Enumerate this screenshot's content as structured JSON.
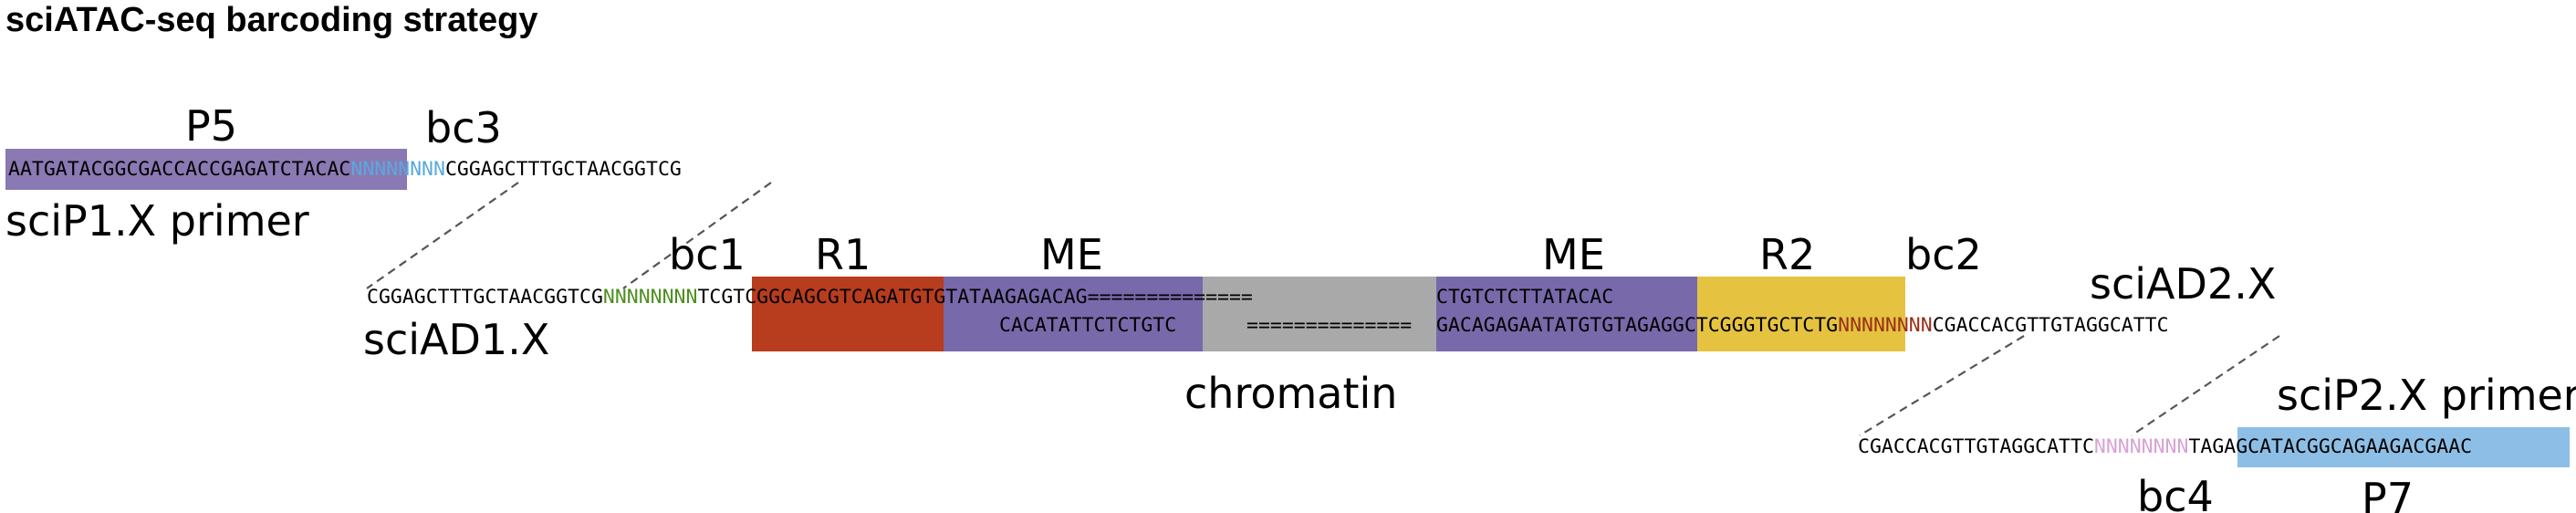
{
  "title": "sciATAC-seq barcoding strategy",
  "colors": {
    "p5_box": "#8a79b3",
    "bc3_seq": "#5aa9de",
    "bc1_seq": "#4d8f1f",
    "r1_box": "#b83c1e",
    "me_box": "#7869aa",
    "chromatin_box": "#aaa9a9",
    "r2_box": "#e5c340",
    "bc2_seq": "#9a2f16",
    "bc4_seq": "#d9a2d5",
    "p7_box": "#8dbfe6"
  },
  "labels": {
    "p5": "P5",
    "bc3": "bc3",
    "scip1": "sciP1.X primer",
    "bc1": "bc1",
    "r1": "R1",
    "me_left": "ME",
    "me_right": "ME",
    "r2": "R2",
    "bc2": "bc2",
    "sciad2": "sciAD2.X",
    "sciad1": "sciAD1.X",
    "chromatin": "chromatin",
    "scip2": "sciP2.X primer",
    "bc4": "bc4",
    "p7": "P7"
  },
  "sequences": {
    "p5_seq": "AATGATACGGCGACCACCGAGATCTACAC",
    "bc3_ns": "NNNNNNNN",
    "p1_tail": "CGGAGCTTTGCTAACGGTCG",
    "ad1_head": "CGGAGCTTTGCTAACGGTCG",
    "bc1_ns": "NNNNNNNN",
    "r1_seq": "TCGTCGGCAGCGTC",
    "me_top_left": "AGATGTGTATAAGAGACAG",
    "chrom_top": "==============",
    "me_top_right": "CTGTCTCTTATACAC",
    "me_bottom_left": "CACATATTCTCTGTC",
    "chrom_bottom": "==============",
    "me_bottom_right": "GACAGAGAATATGTGTAGA",
    "r2_seq": "GGCTCGGGTGCTCTG",
    "bc2_ns": "NNNNNNNN",
    "ad2_tail": "CGACCACGTTGTAGGCATTC",
    "p2_head": "CGACCACGTTGTAGGCATTC",
    "bc4_ns": "NNNNNNNN",
    "p7_seq": "TAGAGCATACGGCAGAAGACGAAC"
  }
}
